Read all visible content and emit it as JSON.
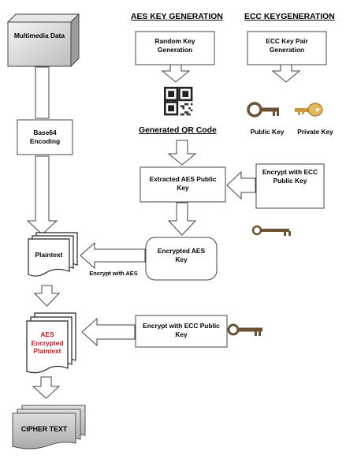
{
  "headers": {
    "aes_key_generation": "AES KEY GENERATION",
    "ecc_key_generation": "ECC KEYGENERATION"
  },
  "nodes": {
    "multimedia_data": "Multimedia Data",
    "base64_encoding": "Base64 Encoding",
    "random_key_generation": "Random Key Generation",
    "ecc_key_pair_generation": "ECC Key Pair Generation",
    "generated_qr_code": "Generated QR Code",
    "public_key": "Public Key",
    "private_key": "Private Key",
    "extracted_aes_public_key": "Extracted AES Public Key",
    "encrypt_with_ecc_public_key_1": "Encrypt with ECC Public Key",
    "plaintext": "Plaintext",
    "encrypted_aes_key": "Encrypted AES Key",
    "encrypt_with_aes": "Encrypt with AES",
    "aes_encrypted_plaintext": "AES Encrypted Plaintext",
    "encrypt_with_ecc_public_key_2": "Encrypt with ECC Public Key",
    "cipher_text": "CIPHER TEXT"
  },
  "colors": {
    "aes_text": "#b22222",
    "public_key": "#8b6f47",
    "private_key": "#d4a84b",
    "cipher_fill": "#c8c8c8"
  },
  "icons": [
    "qr-code-icon",
    "public-key-icon",
    "private-key-icon"
  ]
}
